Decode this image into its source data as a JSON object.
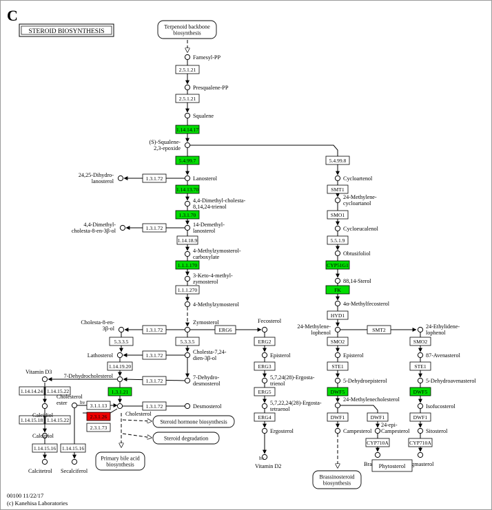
{
  "panel_letter": "C",
  "title": "STEROID BIOSYNTHESIS",
  "footer": {
    "line1": "00100 11/22/17",
    "line2": "(c) Kanehisa Laboratories"
  },
  "colors": {
    "highlight_green": "#00dd00",
    "highlight_red": "#ee0000",
    "plain": "#ffffff"
  },
  "enzymes": [
    {
      "id": "e1",
      "label": "2.5.1.21",
      "state": "plain"
    },
    {
      "id": "e2",
      "label": "2.5.1.21",
      "state": "plain"
    },
    {
      "id": "e3",
      "label": "1.14.14.17",
      "state": "green"
    },
    {
      "id": "e4",
      "label": "5.4.99.7",
      "state": "green"
    },
    {
      "id": "e5",
      "label": "5.4.99.8",
      "state": "plain"
    },
    {
      "id": "e6",
      "label": "1.3.1.72",
      "state": "plain"
    },
    {
      "id": "e7",
      "label": "1.14.13.70",
      "state": "green"
    },
    {
      "id": "e8",
      "label": "SMT1",
      "state": "plain"
    },
    {
      "id": "e9",
      "label": "1.3.1.70",
      "state": "green"
    },
    {
      "id": "e10",
      "label": "SMO1",
      "state": "plain"
    },
    {
      "id": "e11",
      "label": "1.3.1.72",
      "state": "plain"
    },
    {
      "id": "e12",
      "label": "1.14.18.9",
      "state": "plain"
    },
    {
      "id": "e13",
      "label": "5.5.1.9",
      "state": "plain"
    },
    {
      "id": "e14",
      "label": "1.1.1.170",
      "state": "green"
    },
    {
      "id": "e15",
      "label": "CYP51G1",
      "state": "green"
    },
    {
      "id": "e16",
      "label": "1.1.1.270",
      "state": "plain"
    },
    {
      "id": "e17",
      "label": "FK",
      "state": "green"
    },
    {
      "id": "e18",
      "label": "HYD1",
      "state": "plain"
    },
    {
      "id": "e19",
      "label": "1.3.1.72",
      "state": "plain"
    },
    {
      "id": "e20",
      "label": "ERG6",
      "state": "plain"
    },
    {
      "id": "e21",
      "label": "SMT2",
      "state": "plain"
    },
    {
      "id": "e22",
      "label": "5.3.3.5",
      "state": "plain"
    },
    {
      "id": "e23",
      "label": "5.3.3.5",
      "state": "plain"
    },
    {
      "id": "e24",
      "label": "ERG2",
      "state": "plain"
    },
    {
      "id": "e25",
      "label": "SMO2",
      "state": "plain"
    },
    {
      "id": "e26",
      "label": "SMO2",
      "state": "plain"
    },
    {
      "id": "e27",
      "label": "1.3.1.72",
      "state": "plain"
    },
    {
      "id": "e28",
      "label": "1.14.19.20",
      "state": "plain"
    },
    {
      "id": "e29",
      "label": "ERG3",
      "state": "plain"
    },
    {
      "id": "e30",
      "label": "STE1",
      "state": "plain"
    },
    {
      "id": "e31",
      "label": "STE1",
      "state": "plain"
    },
    {
      "id": "e32",
      "label": "1.14.14.24",
      "state": "plain"
    },
    {
      "id": "e33",
      "label": "1.14.15.22",
      "state": "plain"
    },
    {
      "id": "e34",
      "label": "1.3.1.72",
      "state": "plain"
    },
    {
      "id": "e35",
      "label": "1.3.1.21",
      "state": "green"
    },
    {
      "id": "e36",
      "label": "ERG5",
      "state": "plain"
    },
    {
      "id": "e37",
      "label": "DWF5",
      "state": "green"
    },
    {
      "id": "e38",
      "label": "DWF5",
      "state": "green"
    },
    {
      "id": "e39",
      "label": "3.1.1.13",
      "state": "plain"
    },
    {
      "id": "e40",
      "label": "1.3.1.72",
      "state": "plain"
    },
    {
      "id": "e41",
      "label": "1.14.15.18",
      "state": "plain"
    },
    {
      "id": "e42",
      "label": "1.14.15.22",
      "state": "plain"
    },
    {
      "id": "e43",
      "label": "2.3.1.26",
      "state": "red"
    },
    {
      "id": "e44",
      "label": "ERG4",
      "state": "plain"
    },
    {
      "id": "e45",
      "label": "DWF1",
      "state": "plain"
    },
    {
      "id": "e46",
      "label": "DWF1",
      "state": "plain"
    },
    {
      "id": "e47",
      "label": "DWF1",
      "state": "plain"
    },
    {
      "id": "e48",
      "label": "2.3.1.73",
      "state": "plain"
    },
    {
      "id": "e49",
      "label": "CYP710A",
      "state": "plain"
    },
    {
      "id": "e50",
      "label": "CYP710A",
      "state": "plain"
    },
    {
      "id": "e51",
      "label": "1.14.15.16",
      "state": "plain"
    },
    {
      "id": "e52",
      "label": "1.14.15.16",
      "state": "plain"
    }
  ],
  "compounds": [
    {
      "id": "c1",
      "lines": [
        "Farnesyl-PP"
      ]
    },
    {
      "id": "c2",
      "lines": [
        "Presqualene-PP"
      ]
    },
    {
      "id": "c3",
      "lines": [
        "Squalene"
      ]
    },
    {
      "id": "c4",
      "lines": [
        "(S)-Squalene-",
        "2,3-epoxide"
      ]
    },
    {
      "id": "c5",
      "lines": [
        "24,25-Dihydro-",
        "lanosterol"
      ]
    },
    {
      "id": "c6",
      "lines": [
        "Lanosterol"
      ]
    },
    {
      "id": "c7",
      "lines": [
        "Cycloartenol"
      ]
    },
    {
      "id": "c8",
      "lines": [
        "4,4-Dimethyl-cholesta-",
        "8,14,24-trienol"
      ]
    },
    {
      "id": "c9",
      "lines": [
        "24-Methylene-",
        "cycloartanol"
      ]
    },
    {
      "id": "c10",
      "lines": [
        "4,4-Dimethyl-",
        "cholesta-8-en-3β-ol"
      ]
    },
    {
      "id": "c11",
      "lines": [
        "14-Demethyl-",
        "lanosterol"
      ]
    },
    {
      "id": "c12",
      "lines": [
        "Cycloeucalenol"
      ]
    },
    {
      "id": "c13",
      "lines": [
        "4-Methylzymosterol-",
        "carboxylate"
      ]
    },
    {
      "id": "c14",
      "lines": [
        "Obtusifoliol"
      ]
    },
    {
      "id": "c15",
      "lines": [
        "3-Keto-4-methyl-",
        "zymosterol"
      ]
    },
    {
      "id": "c16",
      "lines": [
        "88,14-Sterol"
      ]
    },
    {
      "id": "c17",
      "lines": [
        "4-Methylzymosterol"
      ]
    },
    {
      "id": "c18",
      "lines": [
        "4α-Methylfecosterol"
      ]
    },
    {
      "id": "c19",
      "lines": [
        "Cholesta-8-en-",
        "3β-ol"
      ]
    },
    {
      "id": "c20",
      "lines": [
        "Zymosterol"
      ]
    },
    {
      "id": "c21",
      "lines": [
        "Fecosterol"
      ]
    },
    {
      "id": "c22",
      "lines": [
        "24-Methylene-",
        "lophenol"
      ]
    },
    {
      "id": "c23",
      "lines": [
        "24-Ethylidene-",
        "lophenol"
      ]
    },
    {
      "id": "c24",
      "lines": [
        "Lathosterol"
      ]
    },
    {
      "id": "c25",
      "lines": [
        "Cholesta-7,24-",
        "dien-3β-ol"
      ]
    },
    {
      "id": "c26",
      "lines": [
        "Episterol"
      ]
    },
    {
      "id": "c27",
      "lines": [
        "Episterol"
      ]
    },
    {
      "id": "c28",
      "lines": [
        "87-Avenasterol"
      ]
    },
    {
      "id": "c29",
      "lines": [
        "Vitamin D3"
      ]
    },
    {
      "id": "c30",
      "lines": [
        "7-Dehydrocholesterol"
      ]
    },
    {
      "id": "c31",
      "lines": [
        "7-Dehydro-",
        "desmosterol"
      ]
    },
    {
      "id": "c32",
      "lines": [
        "5,7,24(28)-Ergosta-",
        "trienol"
      ]
    },
    {
      "id": "c33",
      "lines": [
        "5-Dehydroepisterol"
      ]
    },
    {
      "id": "c34",
      "lines": [
        "5-Dehydroavenasterol"
      ]
    },
    {
      "id": "c35",
      "lines": [
        "24-Methylenecholesterol"
      ]
    },
    {
      "id": "c36",
      "lines": [
        "Cholesterol",
        "ester"
      ]
    },
    {
      "id": "c37",
      "lines": [
        "Calcidiol"
      ]
    },
    {
      "id": "c38",
      "lines": [
        "Desmosterol"
      ]
    },
    {
      "id": "c39",
      "lines": [
        "Isofucosterol"
      ]
    },
    {
      "id": "c40",
      "lines": [
        "5,7,22,24(28)-Ergosta-",
        "tetraenol"
      ]
    },
    {
      "id": "c41",
      "lines": [
        "Cholesterol"
      ]
    },
    {
      "id": "c42",
      "lines": [
        "24-epi-",
        "Campesterol"
      ]
    },
    {
      "id": "c43",
      "lines": [
        "Ergosterol"
      ]
    },
    {
      "id": "c44",
      "lines": [
        "Campesterol"
      ]
    },
    {
      "id": "c45",
      "lines": [
        "Sitosterol"
      ]
    },
    {
      "id": "c46",
      "lines": [
        "Calcitriol"
      ]
    },
    {
      "id": "c47",
      "lines": [
        "Brassicasterol"
      ]
    },
    {
      "id": "c48",
      "lines": [
        "Stigmasterol"
      ]
    },
    {
      "id": "c49",
      "lines": [
        "Calcitetrol"
      ]
    },
    {
      "id": "c50",
      "lines": [
        "Secalciferol"
      ]
    },
    {
      "id": "c51",
      "lines": [
        "Vitamin D2"
      ]
    }
  ],
  "pathway_maps": [
    {
      "id": "m1",
      "lines": [
        "Terpenoid backbone",
        "biosynthesis"
      ]
    },
    {
      "id": "m2",
      "lines": [
        "Steroid hormone biosynthesis"
      ]
    },
    {
      "id": "m3",
      "lines": [
        "Steroid degradation"
      ]
    },
    {
      "id": "m4",
      "lines": [
        "Primary bile acid",
        "biosynthesis"
      ]
    },
    {
      "id": "m5",
      "lines": [
        "Brassinosteroid",
        "biosynthesis"
      ]
    }
  ],
  "phytosterol_label": "Phytosterol",
  "hv_label": "hv"
}
